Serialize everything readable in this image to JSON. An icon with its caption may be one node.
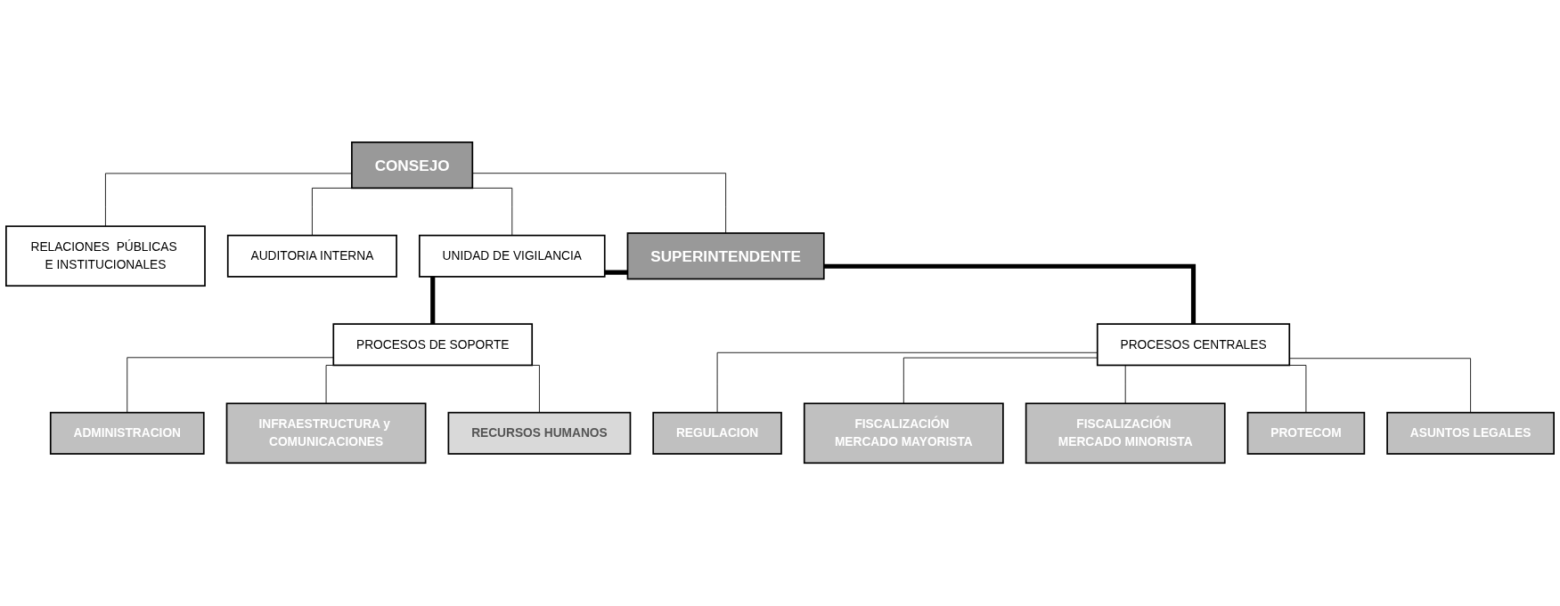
{
  "diagram": {
    "nodes": [
      {
        "text": [
          "CONSEJO"
        ]
      },
      {
        "text": [
          "RELACIONES  PÚBLICAS E INSTITUCIONALES"
        ]
      },
      {
        "text": [
          "AUDITORIA INTERNA"
        ]
      },
      {
        "text": [
          "UNIDAD DE VIGILANCIA"
        ]
      },
      {
        "text": [
          "SUPERINTENDENTE"
        ]
      },
      {
        "text": [
          "PROCESOS DE SOPORTE"
        ]
      },
      {
        "text": [
          "PROCESOS CENTRALES"
        ]
      },
      {
        "text": [
          "ADMINISTRACION"
        ]
      },
      {
        "text": [
          "INFRAESTRUCTURA y COMUNICACIONES"
        ]
      },
      {
        "text": [
          "RECURSOS HUMANOS"
        ]
      },
      {
        "text": [
          "REGULACION"
        ]
      },
      {
        "text": [
          "FISCALIZACIÓN MERCADO MAYORISTA"
        ]
      },
      {
        "text": [
          "FISCALIZACIÓN MERCADO MINORISTA"
        ]
      },
      {
        "text": [
          "PROTECOM"
        ]
      },
      {
        "text": [
          "ASUNTOS LEGALES"
        ]
      }
    ],
    "edges": [
      {
        "from": 0,
        "to": 4,
        "arrow": "none"
      },
      {
        "from": 0,
        "to": 1,
        "arrow": "none"
      },
      {
        "from": 0,
        "to": 2,
        "arrow": "none"
      },
      {
        "from": 0,
        "to": 3,
        "arrow": "none"
      },
      {
        "from": 4,
        "to": 5,
        "arrow": "none",
        "style": "thick"
      },
      {
        "from": 4,
        "to": 6,
        "arrow": "none",
        "style": "thick"
      },
      {
        "from": 5,
        "to": 7,
        "arrow": "none"
      },
      {
        "from": 5,
        "to": 8,
        "arrow": "none"
      },
      {
        "from": 5,
        "to": 9,
        "arrow": "none"
      },
      {
        "from": 6,
        "to": 10,
        "arrow": "none"
      },
      {
        "from": 6,
        "to": 11,
        "arrow": "none"
      },
      {
        "from": 6,
        "to": 12,
        "arrow": "none"
      },
      {
        "from": 6,
        "to": 13,
        "arrow": "none"
      },
      {
        "from": 6,
        "to": 14,
        "arrow": "none"
      }
    ]
  }
}
